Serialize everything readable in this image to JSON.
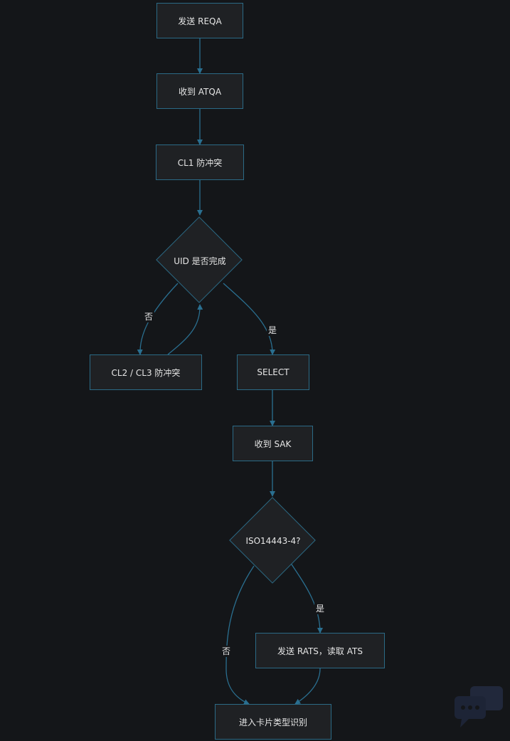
{
  "nodes": {
    "send_reqa": "发送 REQA",
    "recv_atqa": "收到 ATQA",
    "cl1_anticollision": "CL1 防冲突",
    "uid_complete": "UID 是否完成",
    "cl23_anticollision": "CL2 / CL3 防冲突",
    "select": "SELECT",
    "recv_sak": "收到 SAK",
    "iso14443_4": "ISO14443-4?",
    "send_rats": "发送 RATS，读取 ATS",
    "card_type_identify": "进入卡片类型识别"
  },
  "edge_labels": {
    "uid_no": "否",
    "uid_yes": "是",
    "iso_yes": "是",
    "iso_no": "否"
  },
  "colors": {
    "background": "#141619",
    "node_fill": "#1f2124",
    "node_border": "#2b6a86",
    "edge": "#2a6f90",
    "text": "#e6e6e6"
  }
}
